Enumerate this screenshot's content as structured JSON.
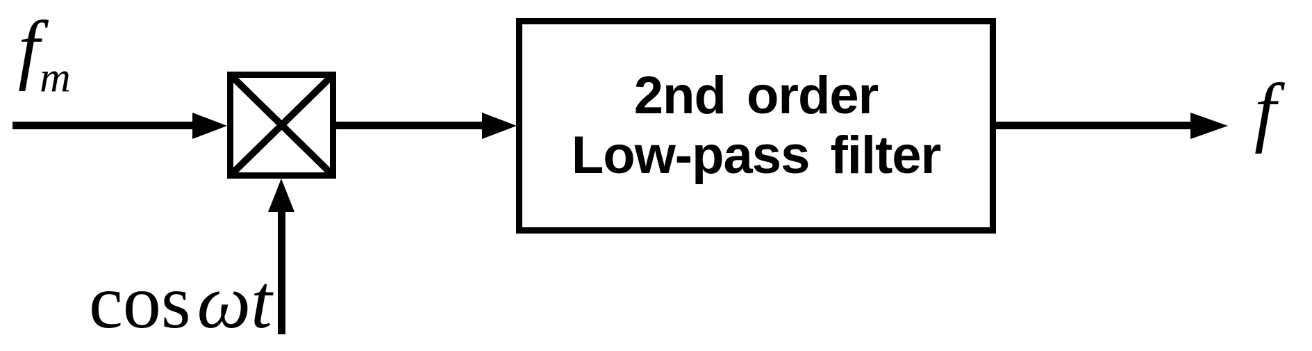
{
  "diagram": {
    "background_color": "#ffffff",
    "stroke_color": "#000000",
    "input_label": {
      "base": "f",
      "subscript": "m"
    },
    "carrier_label": {
      "function": "cos",
      "argument": "ωt"
    },
    "mixer": {
      "type": "multiplier",
      "symbol": "×"
    },
    "filter_block": {
      "line1": "2nd order",
      "line2": "Low-pass filter"
    },
    "output_label": "f"
  }
}
